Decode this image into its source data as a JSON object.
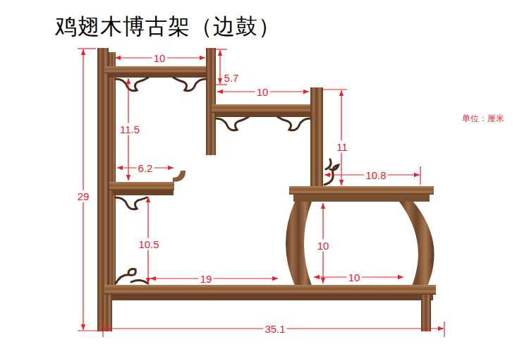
{
  "diagram": {
    "title": "鸡翅木博古架（边鼓）",
    "labels": [
      "10",
      "5.7",
      "10",
      "单位：厘米",
      "11.5",
      "11",
      "6.2",
      "10.8",
      "29",
      "10.5",
      "10",
      "10",
      "19",
      "35.1"
    ]
  }
}
